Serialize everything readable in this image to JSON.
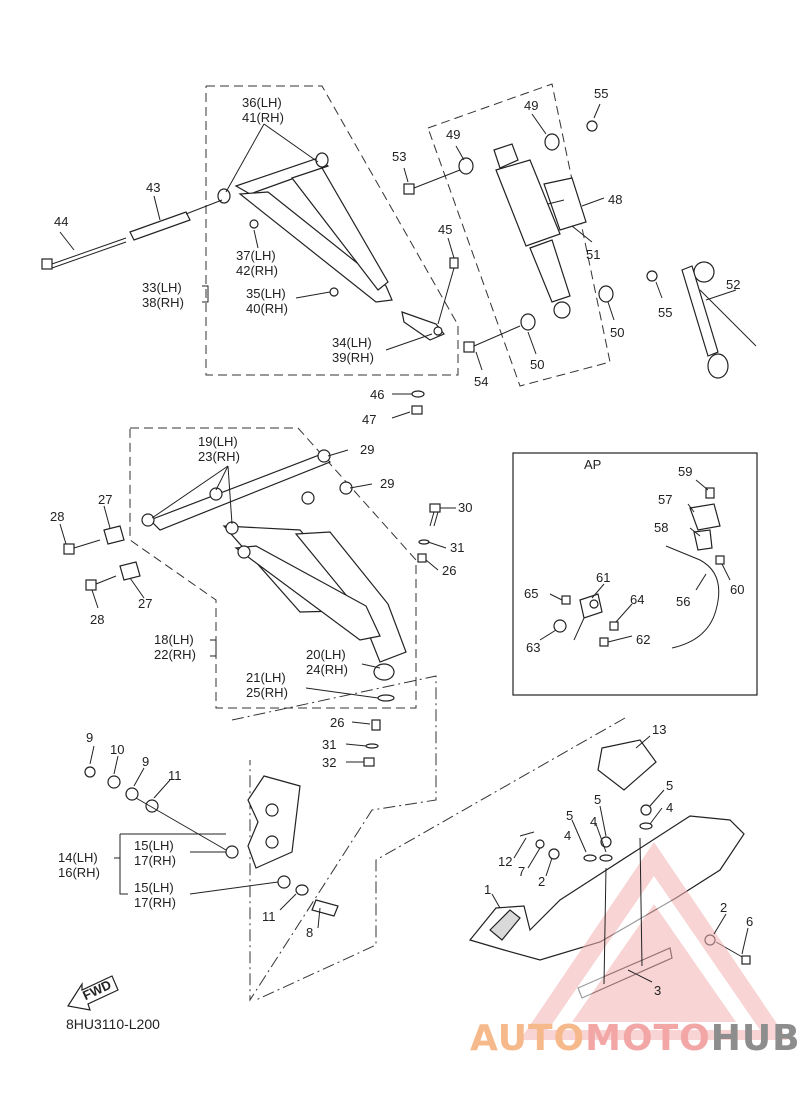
{
  "diagram_code": "8HU3110-L200",
  "fwd_label": "FWD",
  "ap_label": "AP",
  "watermark": {
    "auto": "AUTO",
    "moto": "MOTO",
    "hub": "HUB"
  },
  "labels": {
    "l36": "36(LH)",
    "l41": "41(RH)",
    "l43": "43",
    "l44": "44",
    "l37": "37(LH)",
    "l42": "42(RH)",
    "l33": "33(LH)",
    "l38": "38(RH)",
    "l35": "35(LH)",
    "l40": "40(RH)",
    "l45": "45",
    "l34": "34(LH)",
    "l39": "39(RH)",
    "l46": "46",
    "l47": "47",
    "l53": "53",
    "l49a": "49",
    "l49b": "49",
    "l55a": "55",
    "l48": "48",
    "l51": "51",
    "l52": "52",
    "l55b": "55",
    "l50a": "50",
    "l50b": "50",
    "l54": "54",
    "l19": "19(LH)",
    "l23": "23(RH)",
    "l29a": "29",
    "l29b": "29",
    "l27a": "27",
    "l28a": "28",
    "l30": "30",
    "l31a": "31",
    "l26a": "26",
    "l27b": "27",
    "l28b": "28",
    "l18": "18(LH)",
    "l22": "22(RH)",
    "l20": "20(LH)",
    "l24": "24(RH)",
    "l21": "21(LH)",
    "l25": "25(RH)",
    "l26b": "26",
    "l31b": "31",
    "l32": "32",
    "l59": "59",
    "l57": "57",
    "l58": "58",
    "l60": "60",
    "l56": "56",
    "l61": "61",
    "l65": "65",
    "l64": "64",
    "l63": "63",
    "l62": "62",
    "l9a": "9",
    "l10": "10",
    "l9b": "9",
    "l11a": "11",
    "l14": "14(LH)",
    "l16": "16(RH)",
    "l15a": "15(LH)",
    "l17a": "17(RH)",
    "l15b": "15(LH)",
    "l17b": "17(RH)",
    "l11b": "11",
    "l8": "8",
    "l13": "13",
    "l5a": "5",
    "l4a": "4",
    "l5b": "5",
    "l5c": "5",
    "l4b": "4",
    "l4c": "4",
    "l12": "12",
    "l7": "7",
    "l2a": "2",
    "l1": "1",
    "l2b": "2",
    "l6": "6",
    "l3": "3"
  }
}
